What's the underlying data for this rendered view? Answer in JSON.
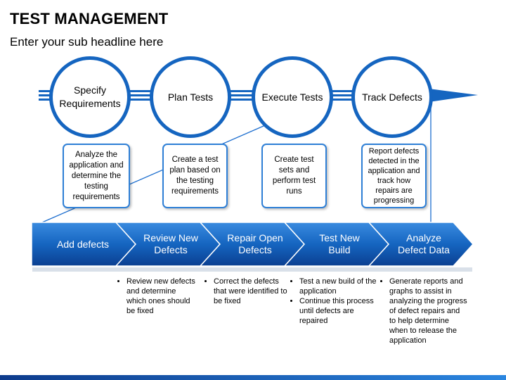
{
  "header": {
    "title": "TEST MANAGEMENT",
    "subtitle": "Enter your sub headline here"
  },
  "colors": {
    "primary": "#1565c0",
    "callout_border": "#2e7fd6",
    "chevron_dark": "#0d4aa6",
    "chevron_light": "#2f7ed8"
  },
  "circles": [
    {
      "label": "Specify Requirements"
    },
    {
      "label": "Plan Tests"
    },
    {
      "label": "Execute Tests"
    },
    {
      "label": "Track Defects"
    }
  ],
  "callouts": [
    {
      "text": "Analyze the application and determine the testing requirements"
    },
    {
      "text": "Create a test plan based on the testing requirements"
    },
    {
      "text": "Create test sets and perform test runs"
    },
    {
      "text": "Report defects detected in the application and track how repairs are progressing"
    }
  ],
  "chevrons": [
    {
      "label": "Add defects"
    },
    {
      "label": "Review New Defects"
    },
    {
      "label": "Repair Open Defects"
    },
    {
      "label": "Test New Build"
    },
    {
      "label": "Analyze Defect Data"
    }
  ],
  "bullet_groups": [
    {
      "items": [
        "Review new defects and determine which ones should be fixed"
      ]
    },
    {
      "items": [
        "Correct the defects that were identified to be fixed"
      ]
    },
    {
      "items": [
        "Test a new build of the application",
        "Continue this process until defects are repaired"
      ]
    },
    {
      "items": [
        "Generate reports and graphs to assist in analyzing the progress of defect repairs and to help determine when to release the application"
      ]
    }
  ]
}
